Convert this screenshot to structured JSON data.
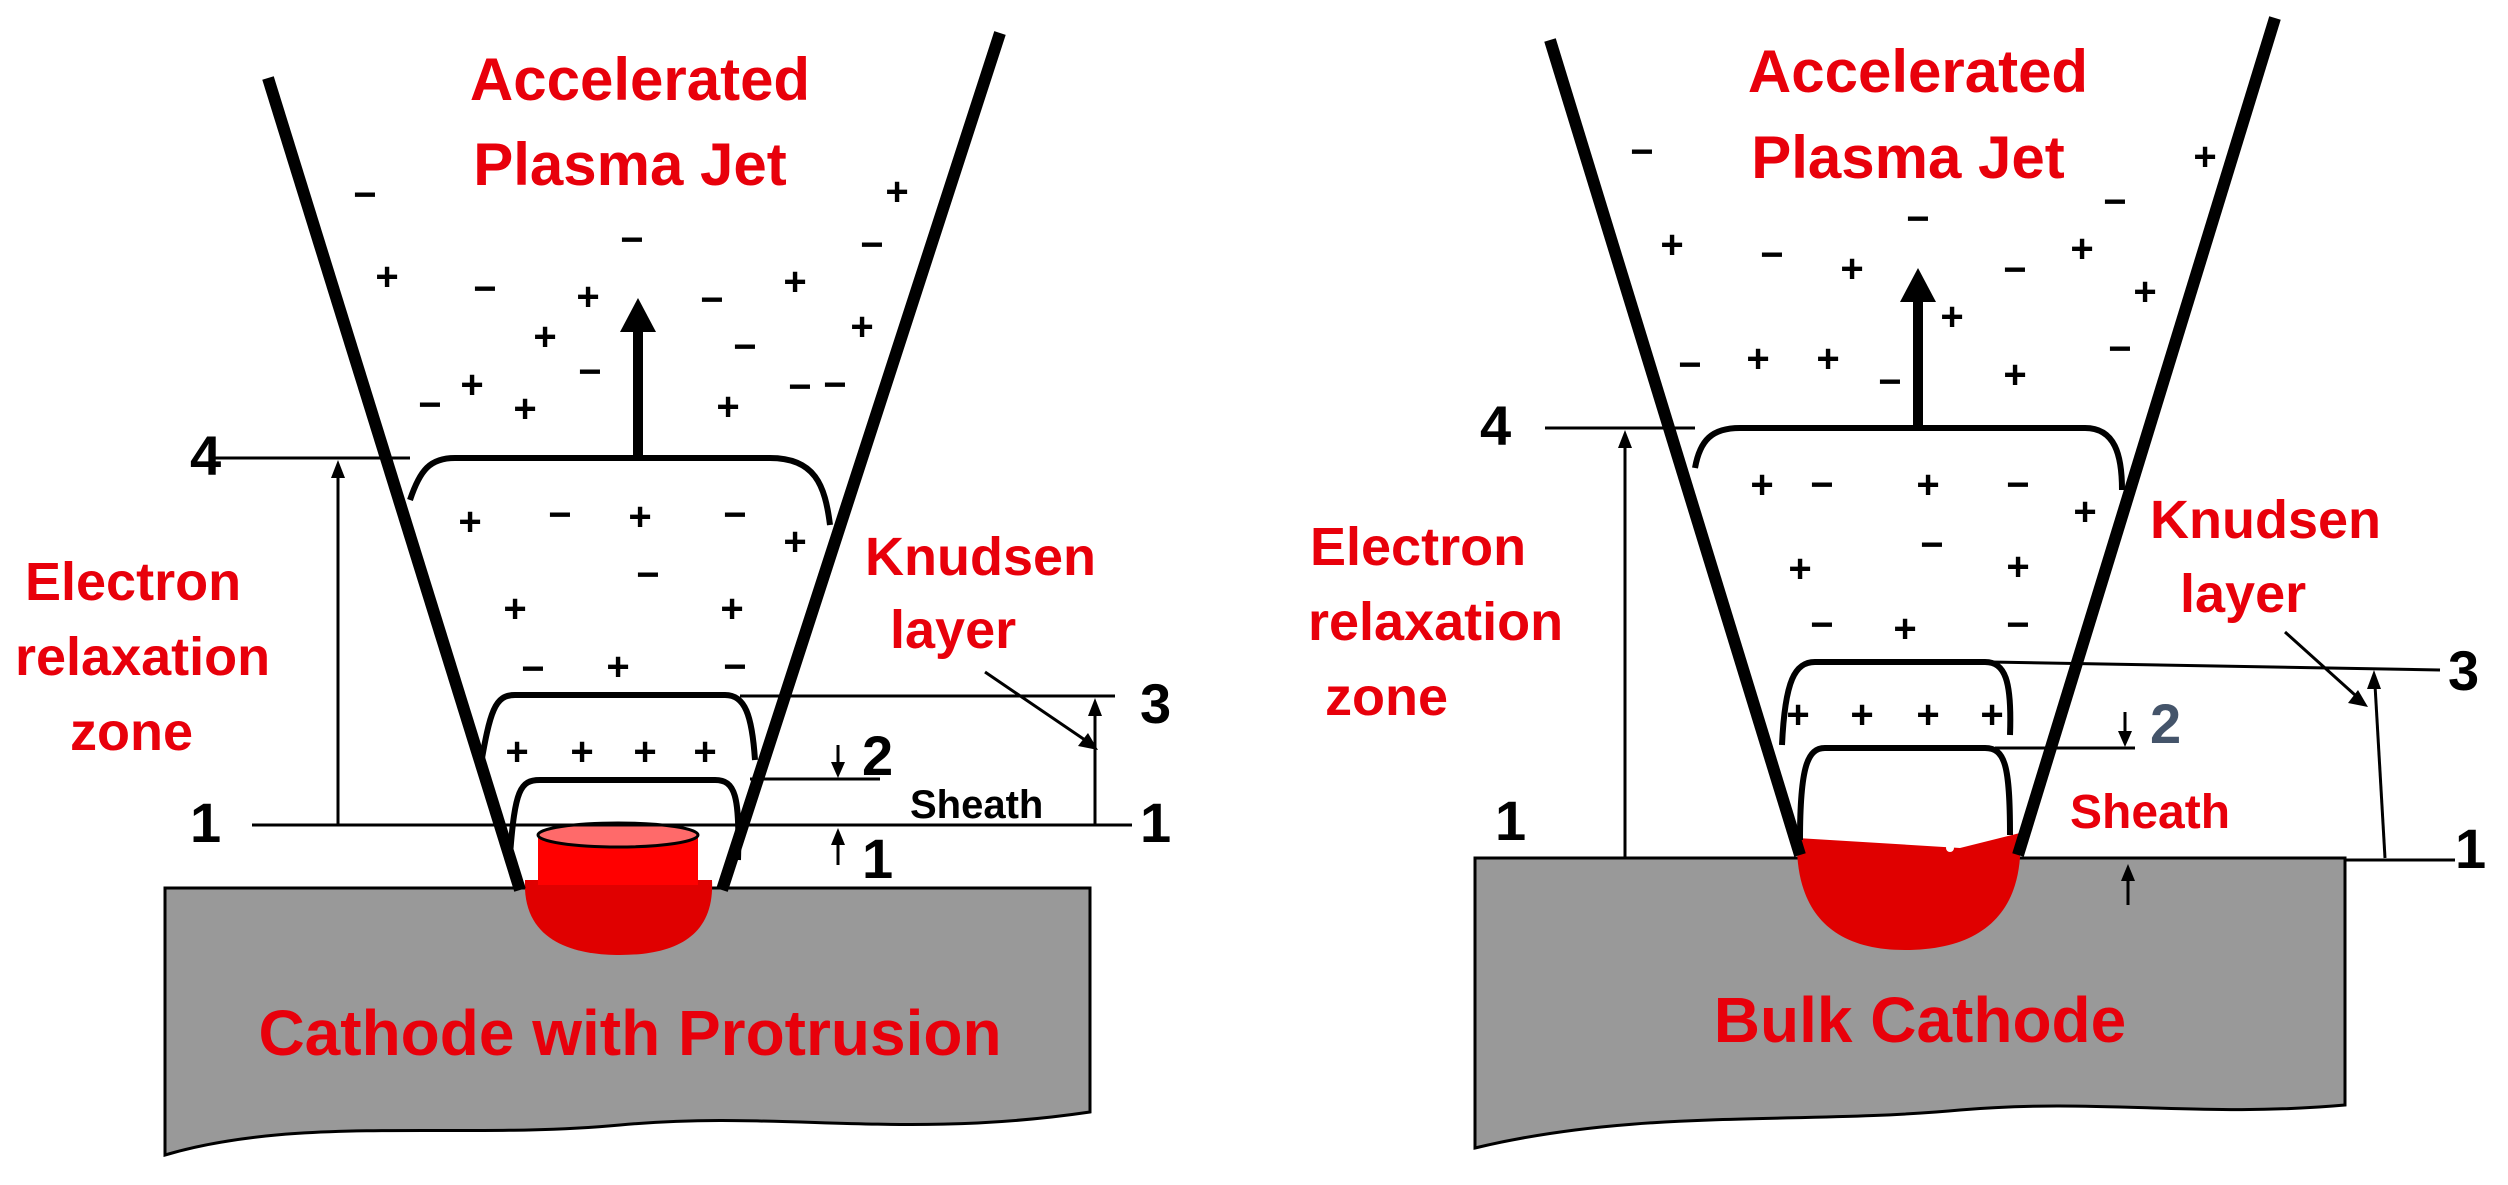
{
  "left_panel": {
    "jet_title_line1": "Accelerated",
    "jet_title_line2": "Plasma Jet",
    "relax_line1": "Electron",
    "relax_line2": "relaxation",
    "relax_line3": "zone",
    "knudsen_line1": "Knudsen",
    "knudsen_line2": "layer",
    "sheath": "Sheath",
    "cathode": "Cathode with Protrusion",
    "label_4": "4",
    "label_3": "3",
    "label_2": "2",
    "label_1_left": "1",
    "label_1_right": "1",
    "label_1_bottom": "1"
  },
  "right_panel": {
    "jet_title_line1": "Accelerated",
    "jet_title_line2": "Plasma Jet",
    "relax_line1": "Electron",
    "relax_line2": "relaxation",
    "relax_line3": "zone",
    "knudsen_line1": "Knudsen",
    "knudsen_line2": "layer",
    "sheath": "Sheath",
    "cathode": "Bulk Cathode",
    "label_4": "4",
    "label_3": "3",
    "label_2": "2",
    "label_1_left": "1",
    "label_1_right": "1"
  },
  "symbols": {
    "plus": "+",
    "minus": "−"
  },
  "colors": {
    "label_red": "#e8000b",
    "cathode_gray": "#999999",
    "spot_red": "#ff0000",
    "spot_dark_red": "#e00000",
    "label_2_right": "#44546a"
  }
}
